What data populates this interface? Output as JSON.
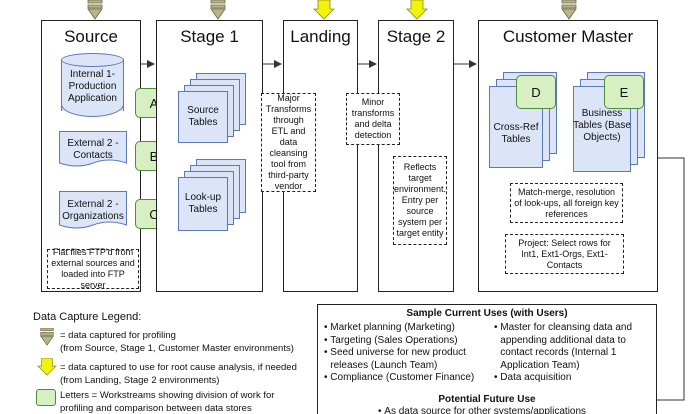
{
  "panels": {
    "source": {
      "title": "Source"
    },
    "stage1": {
      "title": "Stage 1"
    },
    "landing": {
      "title": "Landing"
    },
    "stage2": {
      "title": "Stage 2"
    },
    "customer_master": {
      "title": "Customer Master"
    }
  },
  "source": {
    "internal": "Internal 1- Production Application",
    "external_contacts": "External 2 - Contacts",
    "external_orgs": "External 2 - Organizations",
    "note": "Flat files FTP'd from external sources and loaded into FTP server"
  },
  "letters": {
    "a": "A",
    "b": "B",
    "c": "C",
    "d": "D",
    "e": "E"
  },
  "stage1": {
    "source_tables": "Source Tables",
    "lookup_tables": "Look-up Tables",
    "note": "Major Transforms through ETL and data cleansing tool from third-party vendor"
  },
  "stage2": {
    "minor": "Minor transforms and delta detection",
    "reflects": "Reflects target environment. Entry per source system per target entity"
  },
  "customer_master": {
    "crossref": "Cross-Ref Tables",
    "business": "Business Tables (Base Objects)",
    "match": "Match-merge, resolution of look-ups, all foreign key references",
    "project": "Project: Select rows for Int1, Ext1-Orgs, Ext1-Contacts"
  },
  "legend": {
    "title": "Data Capture Legend:",
    "gray_line1": "= data captured for profiling",
    "gray_line2": "(from Source, Stage 1, Customer Master environments)",
    "yellow_line1": "= data captured to use for root cause analysis, if needed",
    "yellow_line2": "(from Landing, Stage 2 environments)",
    "letters_line1": "Letters = Workstreams showing division of work for",
    "letters_line2": "profiling and comparison between data stores"
  },
  "uses": {
    "title": "Sample Current Uses (with Users)",
    "left": [
      "Market planning (Marketing)",
      "Targeting (Sales Operations)",
      "Seed universe for new product releases (Launch Team)",
      "Compliance (Customer Finance)"
    ],
    "right": [
      "Master for cleansing data and appending additional data to contact records (Internal 1 Application Team)",
      "Data acquisition"
    ],
    "future_title": "Potential Future Use",
    "future_item": "As data source for other systems/applications"
  },
  "colors": {
    "gray_arrow": "#b8b48a",
    "yellow_arrow": "#f2f20a",
    "green_box": "#d6f0c2",
    "blue_box": "#dce5f7"
  }
}
